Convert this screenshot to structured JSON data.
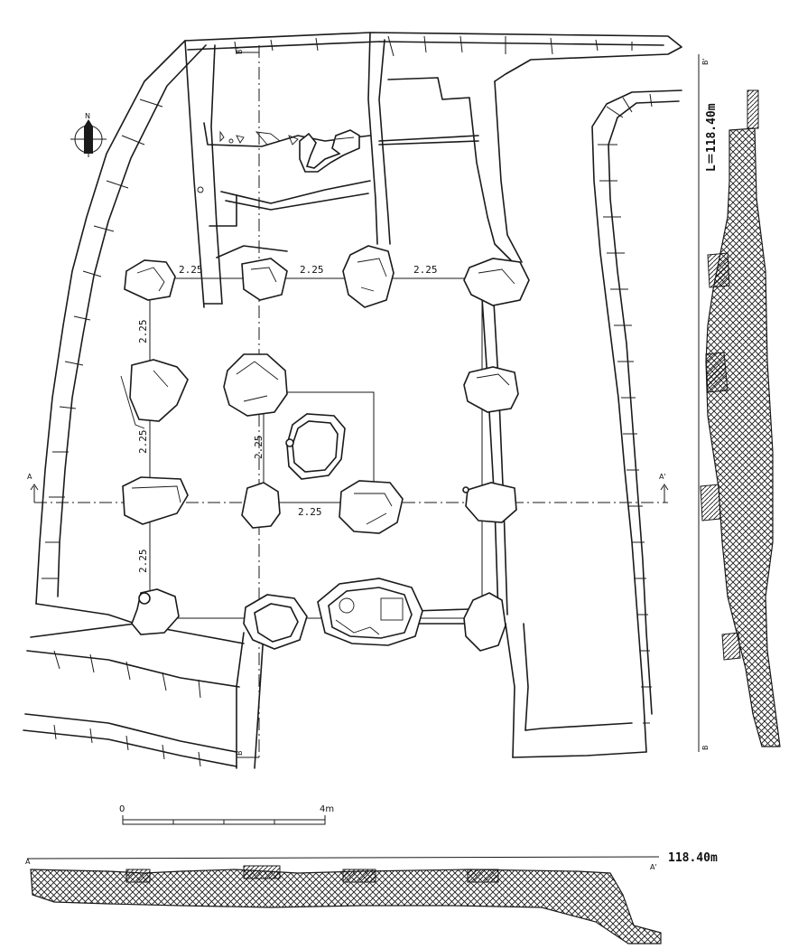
{
  "figure": {
    "north_label": "N",
    "level_vertical": "L＝118.40m",
    "level_horizontal": "118.40m",
    "scale": {
      "start": "0",
      "end": "4m"
    },
    "sections": {
      "a": "A",
      "a_prime": "A'",
      "b": "B",
      "b_prime": "B'"
    },
    "spacing": {
      "outer_top": [
        "2.25",
        "2.25",
        "2.25"
      ],
      "outer_left": [
        "2.25",
        "2.25",
        "2.25"
      ],
      "inner_left": "2.25",
      "inner_bottom": "2.25"
    },
    "colors": {
      "ink": "#1a1a1a",
      "paper": "#ffffff"
    }
  }
}
